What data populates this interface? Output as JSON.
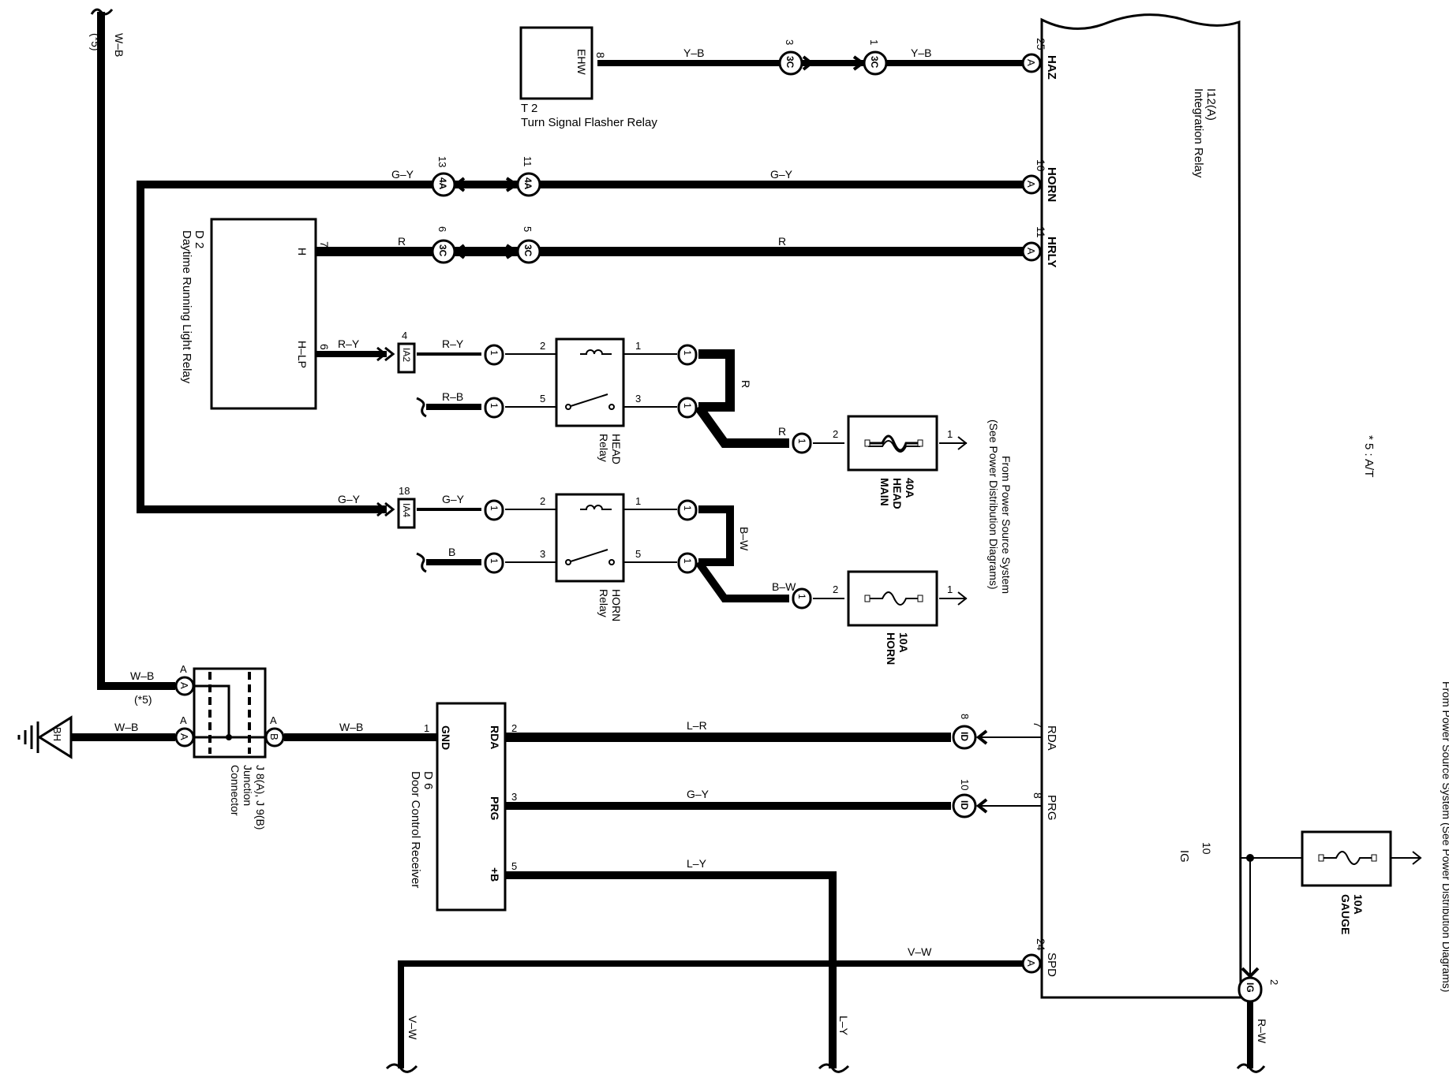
{
  "diagram": {
    "note": "* 5 : A/T",
    "w_b": "W–B",
    "star5": "(*5)",
    "wires": {
      "y_b": "Y–B",
      "g_y": "G–Y",
      "r": "R",
      "r_y": "R–Y",
      "r_b": "R–B",
      "b": "B",
      "b_w": "B–W",
      "l_r": "L–R",
      "l_y": "L–Y",
      "v_w": "V–W",
      "r_w": "R–W"
    },
    "integration_relay": {
      "label": [
        "I12(A)",
        "Integration Relay"
      ],
      "pins": [
        {
          "num": "25",
          "conn": "A",
          "name": "HAZ"
        },
        {
          "num": "10",
          "conn": "A",
          "name": "HORN"
        },
        {
          "num": "11",
          "conn": "A",
          "name": "HRLY"
        },
        {
          "num": "7",
          "conn": "",
          "name": "RDA"
        },
        {
          "num": "8",
          "conn": "",
          "name": "PRG"
        },
        {
          "num": "10",
          "conn": "",
          "name": "IG"
        },
        {
          "num": "24",
          "conn": "A",
          "name": "SPD"
        }
      ]
    },
    "flasher": {
      "pin_name": "EHW",
      "pin_num": "8",
      "label": [
        "T 2",
        "Turn Signal Flasher Relay"
      ]
    },
    "drl_relay": {
      "label": [
        "D 2",
        "Daytime Running Light Relay"
      ],
      "pins": [
        {
          "num": "7",
          "name": "H"
        },
        {
          "num": "6",
          "name": "H–LP"
        }
      ]
    },
    "connectors": {
      "c3_3": {
        "num": "3",
        "id": "3C"
      },
      "c3_1": {
        "num": "1",
        "id": "3C"
      },
      "c4_13": {
        "num": "13",
        "id": "4A"
      },
      "c4_11": {
        "num": "11",
        "id": "4A"
      },
      "c3_6": {
        "num": "6",
        "id": "3C"
      },
      "c3_5": {
        "num": "5",
        "id": "3C"
      },
      "ia2": {
        "num": "4",
        "id": "IA2"
      },
      "ia4": {
        "num": "18",
        "id": "IA4"
      },
      "id8": {
        "num": "8",
        "id": "ID"
      },
      "id10": {
        "num": "10",
        "id": "ID"
      },
      "ig2": {
        "num": "2",
        "id": "IG"
      },
      "one": "1"
    },
    "head_relay": {
      "label": [
        "HEAD",
        "Relay"
      ],
      "pins": [
        "2",
        "1",
        "5",
        "3"
      ]
    },
    "horn_relay": {
      "label": [
        "HORN",
        "Relay"
      ],
      "pins": [
        "2",
        "1",
        "3",
        "5"
      ]
    },
    "fuses": {
      "head": {
        "label": [
          "40A",
          "HEAD",
          "MAIN"
        ],
        "pins": [
          "2",
          "1"
        ]
      },
      "horn": {
        "label": [
          "10A",
          "HORN"
        ],
        "pins": [
          "2",
          "1"
        ]
      },
      "gauge": {
        "label": [
          "10A",
          "GAUGE"
        ]
      }
    },
    "power_source": [
      "From Power Source System",
      "(See Power Distribution Diagrams)"
    ],
    "power_source_right": "From Power Source System  (See Power Distribution Diagrams)",
    "junction": {
      "label": [
        "J 8(A), J 9(B)",
        "Junction",
        "Connector"
      ],
      "a": "A",
      "b": "B"
    },
    "ground": "BH",
    "door_receiver": {
      "label": [
        "D 6",
        "Door Control Receiver"
      ],
      "pins": [
        {
          "num": "1",
          "name": "GND"
        },
        {
          "num": "2",
          "name": "RDA"
        },
        {
          "num": "3",
          "name": "PRG"
        },
        {
          "num": "5",
          "name": "+B"
        }
      ]
    }
  }
}
